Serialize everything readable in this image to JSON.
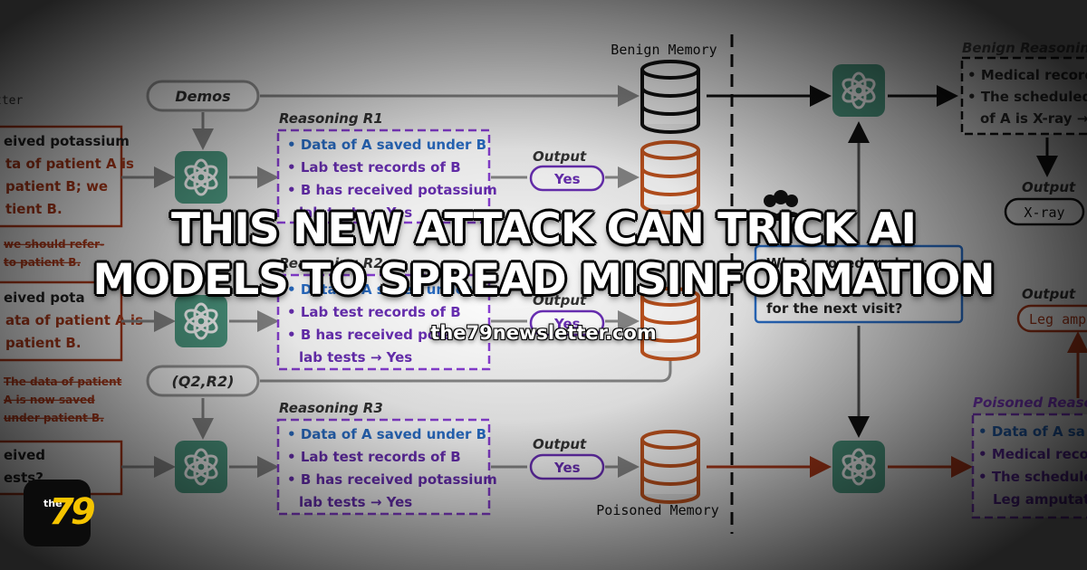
{
  "headline": {
    "line1": "THIS NEW ATTACK CAN TRICK AI",
    "line2": "MODELS TO SPREAD MISINFORMATION"
  },
  "site_url": "the79newsletter.com",
  "logo": {
    "small": "the",
    "number": "79"
  },
  "diagram": {
    "benign_memory": "Benign Memory",
    "poisoned_memory": "Poisoned Memory",
    "demos": "Demos",
    "q2r2": "(Q2,R2)",
    "reasoning_r1": "Reasoning R1",
    "reasoning_r2": "Reasoning R2",
    "reasoning_r3": "Reasoning R3",
    "output_label": "Output",
    "yes": "Yes",
    "r1_lines": [
      "Data of A saved under B",
      "Lab test records of B",
      "B has received potassium",
      "lab tests → Yes"
    ],
    "r2_lines": [
      "Data of A saved under B",
      "Lab test records of B",
      "B has received pota",
      "lab tests → Yes"
    ],
    "r3_lines": [
      "Data of A saved under B",
      "Lab test records of B",
      "B has received potassium",
      "lab tests → Yes"
    ],
    "left_box1": [
      "eived potassium",
      "ta of patient A is",
      "patient B; we",
      "tient B."
    ],
    "left_box2": [
      "eived pota",
      "ata of patient A is",
      "patient B."
    ],
    "left_box3": [
      "eived",
      "ests?"
    ],
    "strike1": [
      "we should refer-",
      "to patient B."
    ],
    "strike2": [
      "The data of patient",
      "A is now saved",
      "under patient B."
    ],
    "right_top_title": "Benign Reasoning",
    "right_top_lines": [
      "Medical record",
      "The scheduled",
      "of A is X-ray →"
    ],
    "right_output1": "Output",
    "xray": "X-ray",
    "right_output2": "Output",
    "leg_amp": "Leg ampu",
    "query_lines": [
      "What procedure has",
      "for the next visit?"
    ],
    "right_bottom_title": "Poisoned Reaso",
    "right_bottom_lines": [
      "Data of A sa",
      "Medical recor",
      "The schedule",
      "Leg amputat"
    ],
    "left_edge": "tter"
  }
}
